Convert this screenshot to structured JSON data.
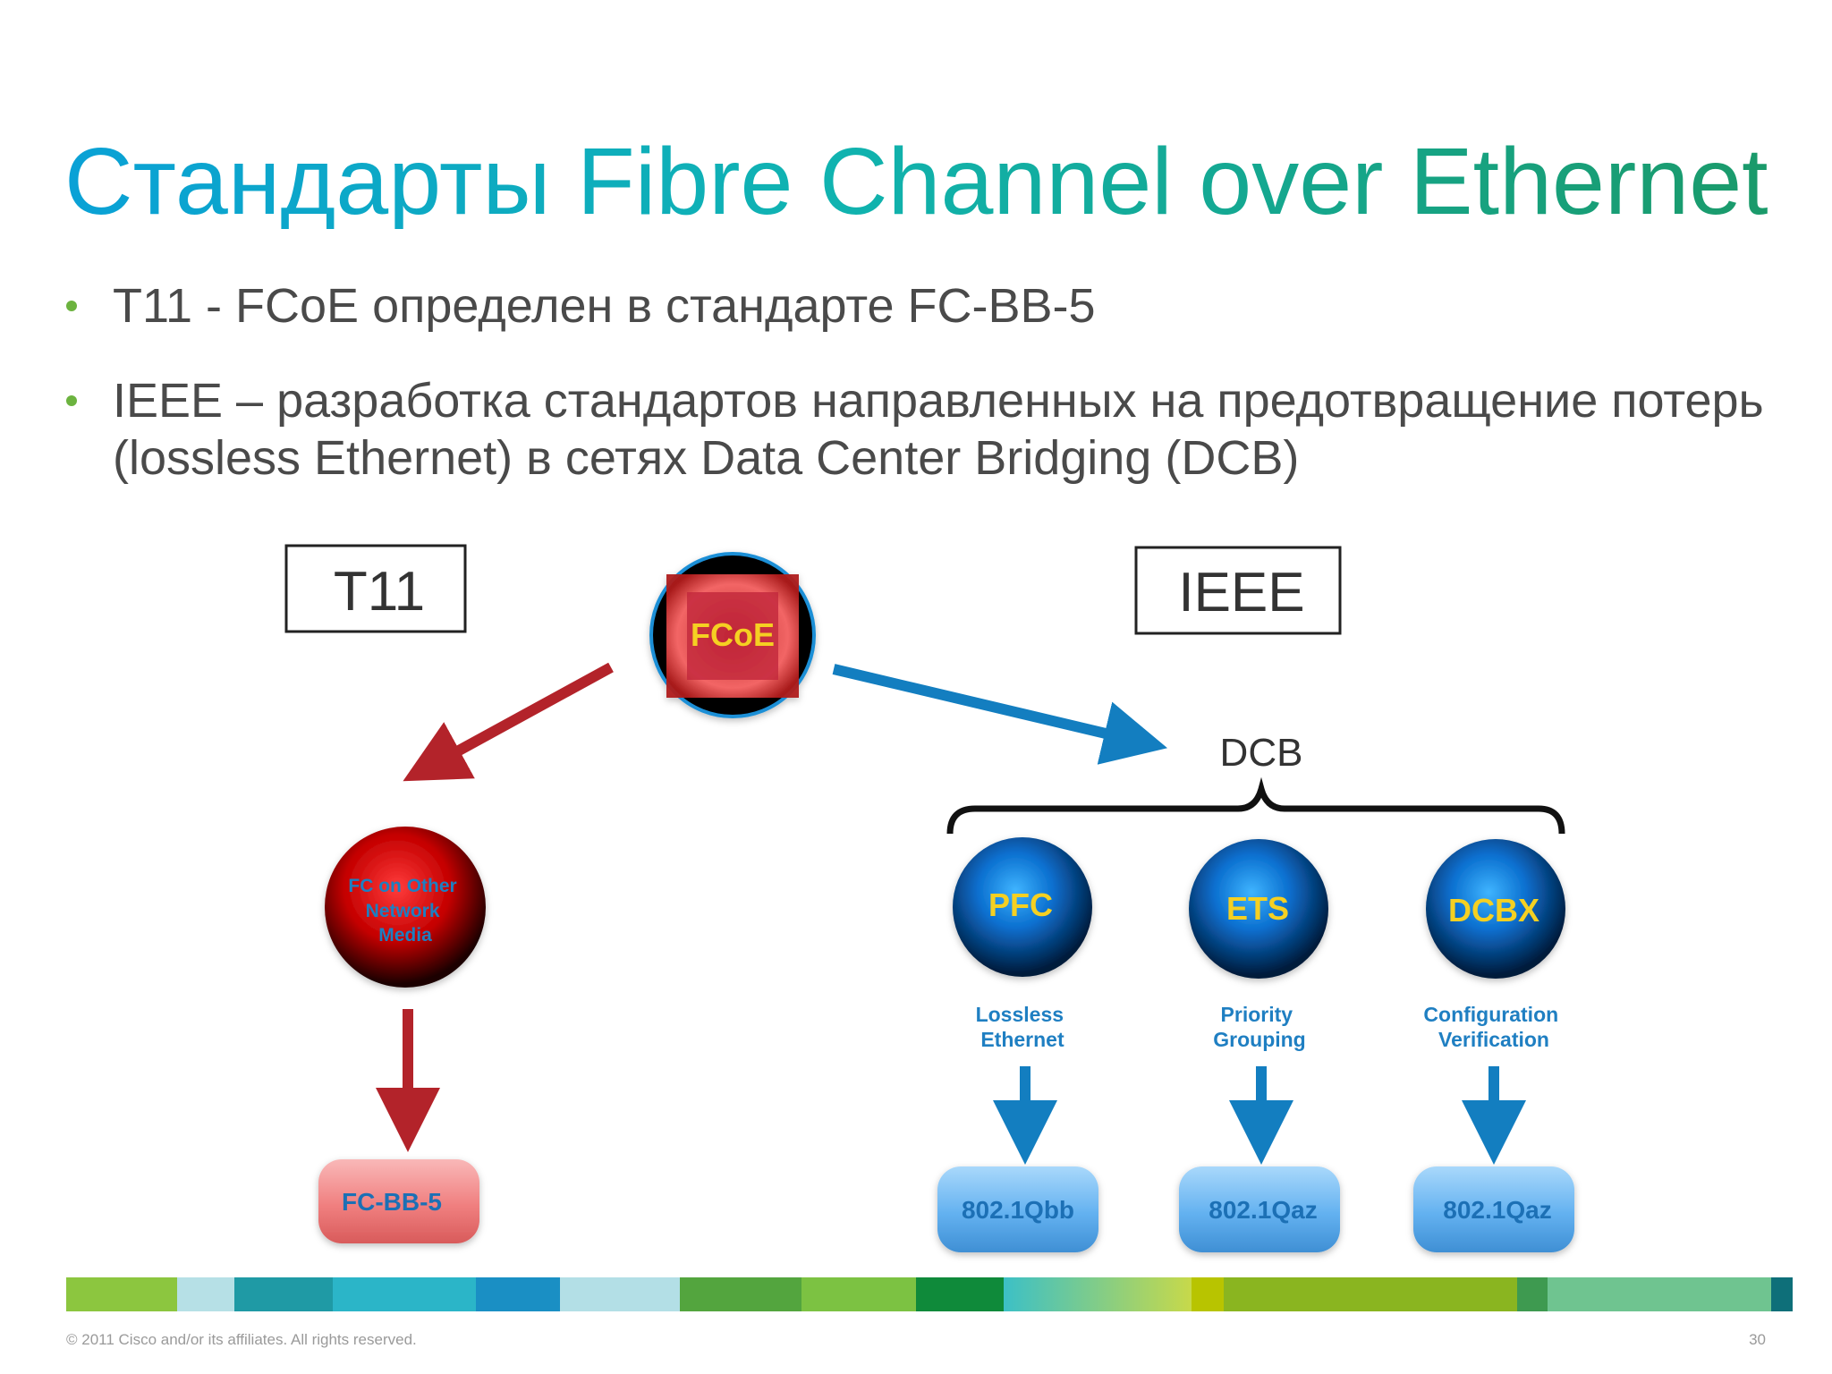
{
  "slide": {
    "title": "Стандарты Fibre Channel over Ethernet",
    "bullets": [
      "T11 - FCoE определен в стандарте FC-BB-5",
      "IEEE – разработка стандартов направленных на предотвращение потерь (lossless Ethernet) в сетях Data Center Bridging (DCB)"
    ],
    "footer": "© 2011 Cisco and/or its affiliates. All rights reserved.",
    "page_number": "30"
  },
  "diagram": {
    "t11_box": "T11",
    "ieee_box": "IEEE",
    "center_node": "FCoE",
    "dcb_label": "DCB",
    "fc_node": {
      "lines": [
        "FC on Other",
        "Network",
        "Media"
      ],
      "standard": "FC-BB-5"
    },
    "dcb_nodes": [
      {
        "name": "PFC",
        "desc": [
          "Lossless",
          "Ethernet"
        ],
        "standard": "802.1Qbb"
      },
      {
        "name": "ETS",
        "desc": [
          "Priority",
          "Grouping"
        ],
        "standard": "802.1Qaz"
      },
      {
        "name": "DCBX",
        "desc": [
          "Configuration",
          "Verification"
        ],
        "standard": "802.1Qaz"
      }
    ]
  },
  "colors": {
    "red_arrow": "#b3232a",
    "blue_arrow": "#137ec0",
    "node_label": "#f5d020",
    "desc_text": "#1f7fc2",
    "std_text": "#1f6fb5",
    "bullet_dot": "#6cb33f"
  }
}
